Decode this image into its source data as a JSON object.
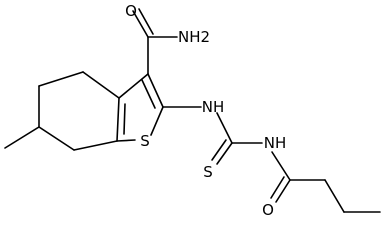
{
  "atoms": {
    "amide_nh2": "NH2",
    "amide_o": "O",
    "thiophene_s": "S",
    "nh_left": "NH",
    "nh_right": "NH",
    "thione_s": "S",
    "butanoyl_o": "O"
  },
  "colors": {
    "bond": "#000000",
    "label": "#000000",
    "background": "#ffffff"
  }
}
